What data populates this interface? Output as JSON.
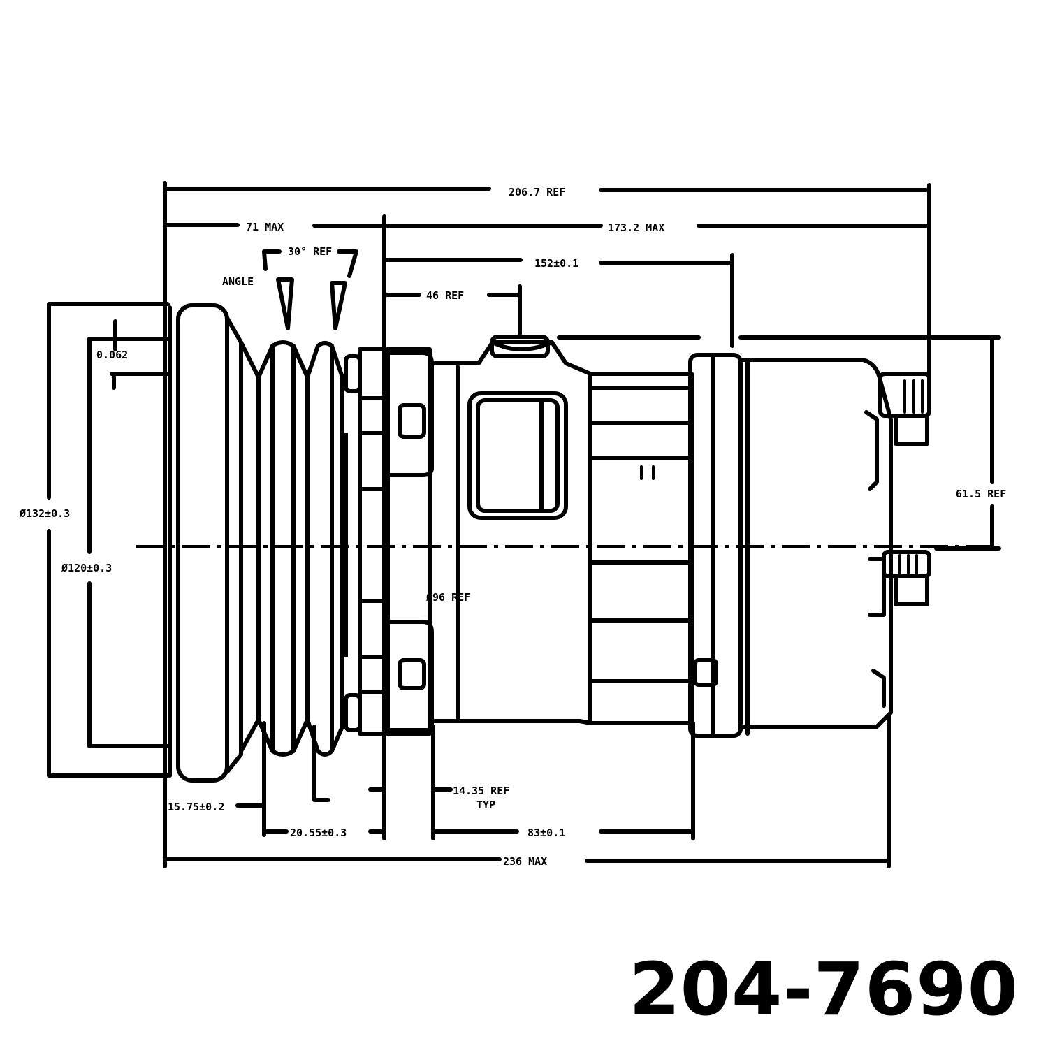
{
  "part_number": "204-7690",
  "dimensions": {
    "overall_ref": "206.7 REF",
    "clutch_max": "71 MAX",
    "body_max": "173.2 MAX",
    "mount_span": "152±0.1",
    "port_offset": "46 REF",
    "groove_angle": "30° REF",
    "groove_depth": "0.062",
    "pulley_outer_dia": "Ø132±0.3",
    "pulley_groove_dia": "Ø120±0.3",
    "body_dia": "Ø96 REF",
    "port_height": "61.5 REF",
    "groove_offset": "15.75±0.2",
    "groove_pitch": "20.55±0.3",
    "ear_width": "14.35 REF",
    "ear_width_note": "TYP",
    "ear_span": "83±0.1",
    "overall_max": "236 MAX",
    "angle_label": "ANGLE"
  }
}
